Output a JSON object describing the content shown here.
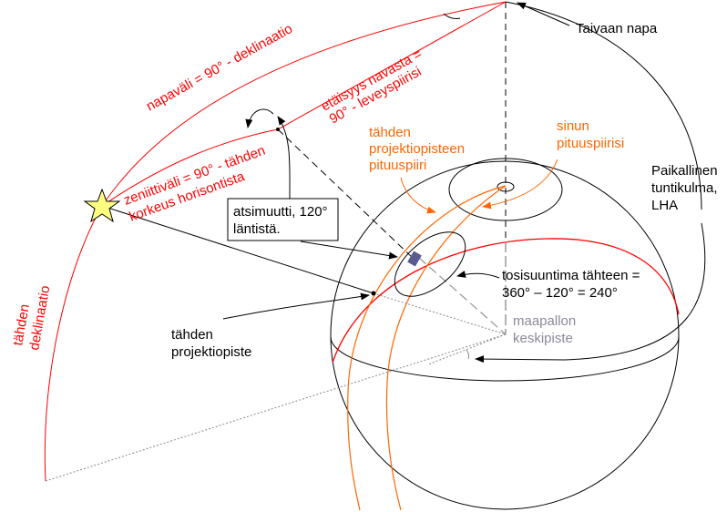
{
  "labels": {
    "celestial_pole": "Taivaan napa",
    "polar_distance": "napaväli = 90° - deklinaatio",
    "distance_from_pole_1": "etäisyys navasta =",
    "distance_from_pole_2": "90° - leveyspiirisi",
    "zenith_distance_1": "zeniittiväli = 90° - tähden",
    "zenith_distance_2": "korkeus horisontista",
    "gp_meridian_1": "tähden",
    "gp_meridian_2": "projektiopisteen",
    "gp_meridian_3": "pituuspiiri",
    "your_meridian_1": "sinun",
    "your_meridian_2": "pituuspiirisi",
    "lha_1": "Paikallinen",
    "lha_2": "tuntikulma,",
    "lha_3": "LHA",
    "azimuth_1": "atsimuutti, 120°",
    "azimuth_2": "läntistä.",
    "true_bearing_1": "tosisuuntima tähteen =",
    "true_bearing_2": "360° – 120° = 240°",
    "earth_center_1": "maapallon",
    "earth_center_2": "keskipiste",
    "gp_1": "tähden",
    "gp_2": "projektiopiste",
    "declination_1": "tähden",
    "declination_2": "deklinaatio"
  },
  "colors": {
    "red": "#ff0000",
    "orange": "#ff6600",
    "gray": "#8a8a9a",
    "star": "#ffff80"
  }
}
